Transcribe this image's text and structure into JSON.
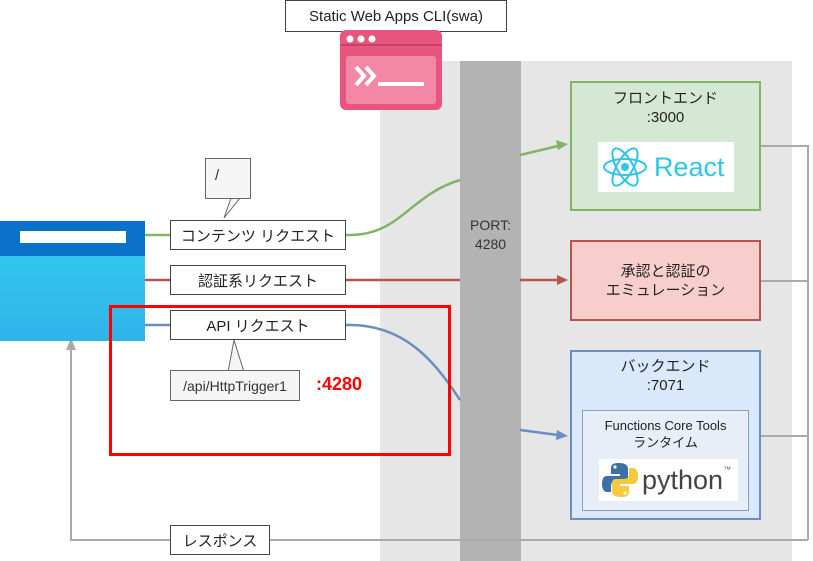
{
  "cli": {
    "title": "Static Web Apps CLI(swa)",
    "icon": "terminal-icon"
  },
  "port": {
    "label": "PORT:",
    "value": "4280"
  },
  "requests": {
    "content": "コンテンツ リクエスト",
    "auth": "認証系リクエスト",
    "api": "API リクエスト",
    "response": "レスポンス"
  },
  "callouts": {
    "root_path": "/",
    "api_path": "/api/HttpTrigger1"
  },
  "highlight": {
    "port_label": ":4280",
    "color": "#ff0000"
  },
  "frontend": {
    "title": "フロントエンド",
    "port": ":3000",
    "logo_text": "React",
    "color": "#82b366",
    "fill": "#d5e8d4"
  },
  "auth_emulation": {
    "line1": "承認と認証の",
    "line2": "エミュレーション",
    "color": "#b85450",
    "fill": "#f8cecc"
  },
  "backend": {
    "title": "バックエンド",
    "port": ":7071",
    "runtime_line1": "Functions Core Tools",
    "runtime_line2": "ランタイム",
    "logo_text": "python",
    "logo_tm": "™",
    "color": "#6c8ebf",
    "fill": "#dae8fc"
  },
  "colors": {
    "gray_line": "#aaaaaa",
    "green_line": "#82b366",
    "red_line": "#b85450",
    "blue_line": "#6c8ebf",
    "browser_top": "#0a72c8",
    "browser_body": "#33c5ee",
    "cli_icon": "#e8567f"
  }
}
